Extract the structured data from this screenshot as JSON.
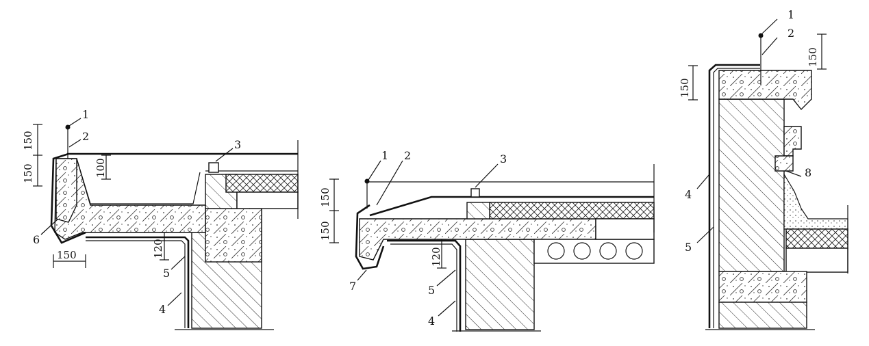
{
  "callouts": {
    "d1": [
      "1",
      "2",
      "3",
      "4",
      "5",
      "6"
    ],
    "d2": [
      "1",
      "2",
      "3",
      "4",
      "5",
      "7"
    ],
    "d3": [
      "1",
      "2",
      "4",
      "5",
      "8"
    ]
  },
  "dimensions": {
    "d1": [
      "150",
      "150",
      "100",
      "150",
      "120"
    ],
    "d2": [
      "150",
      "150",
      "120"
    ],
    "d3": [
      "150",
      "150"
    ]
  }
}
